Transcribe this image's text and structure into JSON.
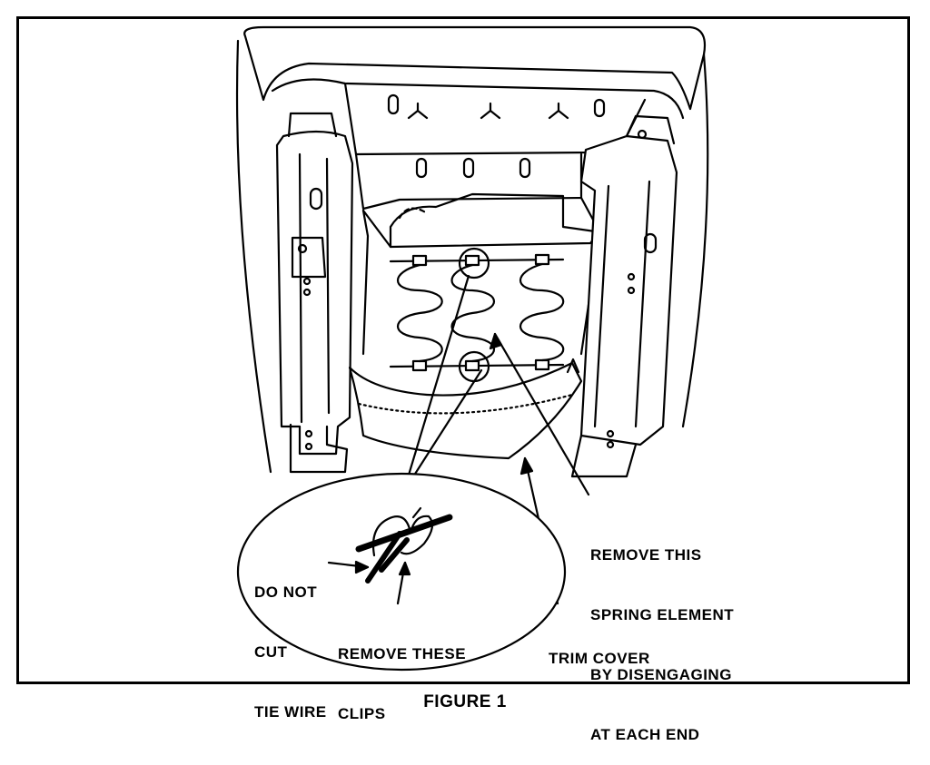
{
  "figure": {
    "caption": "FIGURE 1",
    "labels": {
      "remove_spring": [
        "REMOVE THIS",
        "SPRING ELEMENT",
        "BY DISENGAGING",
        "AT EACH END"
      ],
      "trim_cover": "TRIM COVER",
      "do_not_cut": [
        "DO NOT",
        "CUT",
        "TIE WIRE"
      ],
      "remove_clips": [
        "REMOVE THESE",
        "CLIPS"
      ]
    }
  }
}
